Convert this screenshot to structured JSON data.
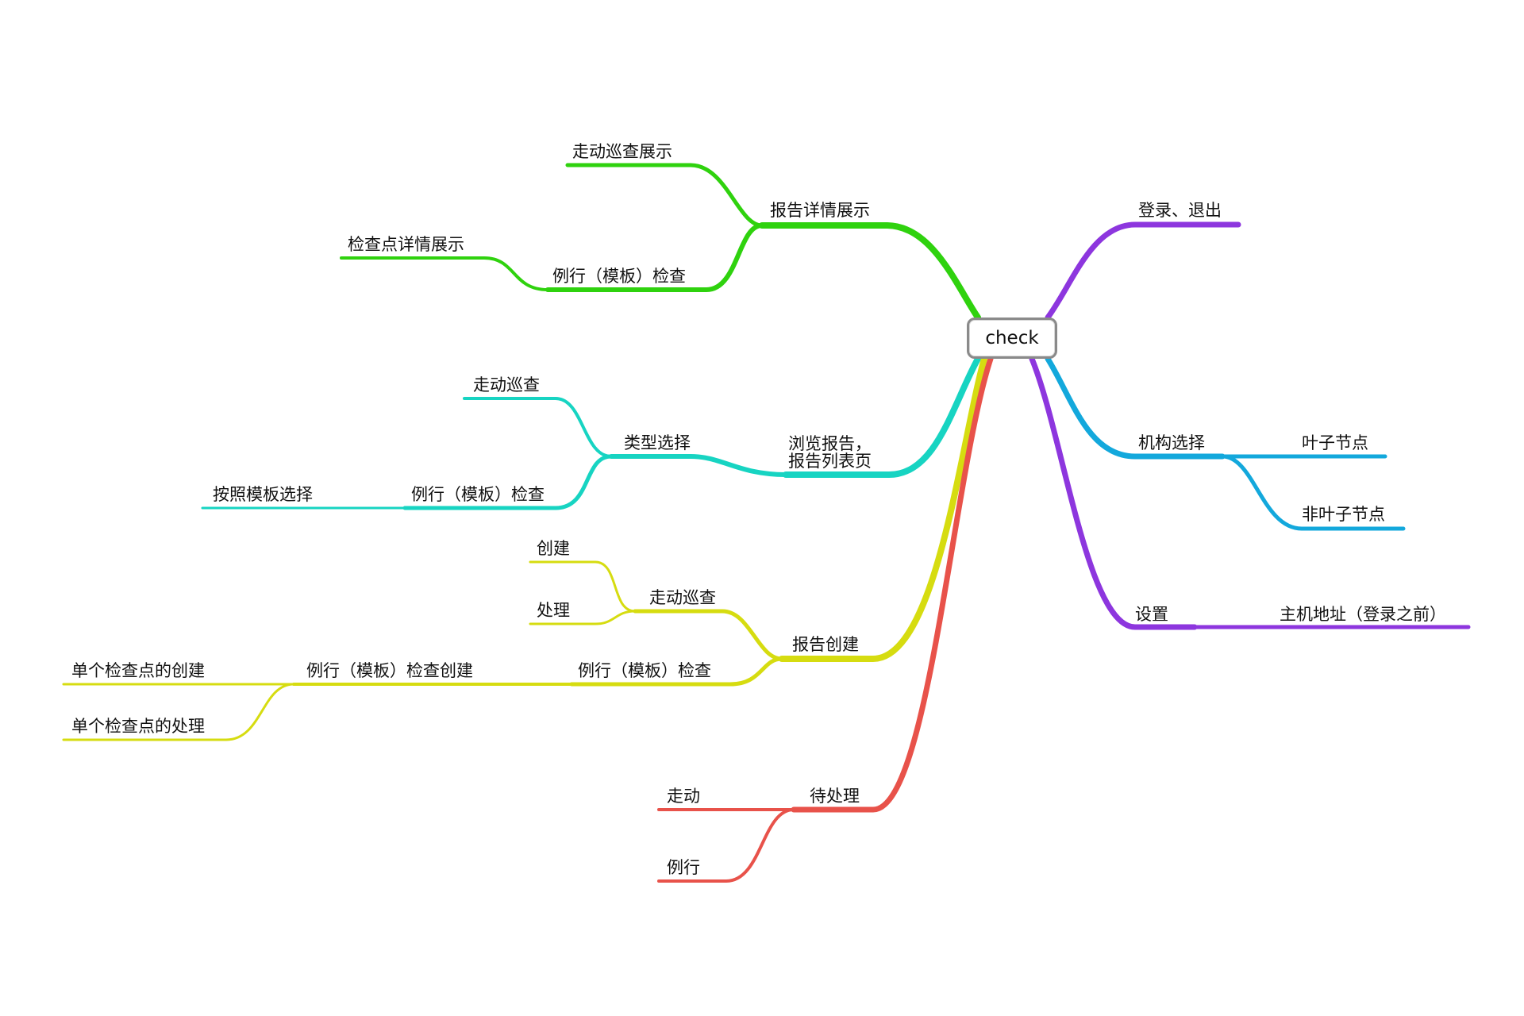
{
  "root": {
    "label": "check"
  },
  "colors": {
    "green": "#2fd20e",
    "cyan": "#17d4c2",
    "yellow": "#d6dc10",
    "red": "#e8524a",
    "purple": "#8d36de",
    "blue": "#13a8dc"
  },
  "branches": {
    "report_detail": {
      "label": "报告详情展示",
      "children": {
        "walk_display": "走动巡查展示",
        "routine_check": "例行（模板）检查",
        "checkpoint_detail": "检查点详情展示"
      }
    },
    "browse_report": {
      "label": "浏览报告，\n报告列表页",
      "children": {
        "type_select": "类型选择",
        "walk_patrol": "走动巡查",
        "routine_check": "例行（模板）检查",
        "template_select": "按照模板选择"
      }
    },
    "report_create": {
      "label": "报告创建",
      "children": {
        "walk_patrol": "走动巡查",
        "create": "创建",
        "handle": "处理",
        "routine_check": "例行（模板）检查",
        "routine_check_create": "例行（模板）检查创建",
        "single_create": "单个检查点的创建",
        "single_handle": "单个检查点的处理"
      }
    },
    "pending": {
      "label": "待处理",
      "children": {
        "walk": "走动",
        "routine": "例行"
      }
    },
    "login": {
      "label": "登录、退出"
    },
    "org_select": {
      "label": "机构选择",
      "children": {
        "leaf": "叶子节点",
        "non_leaf": "非叶子节点"
      }
    },
    "settings": {
      "label": "设置",
      "children": {
        "host_addr": "主机地址（登录之前）"
      }
    }
  }
}
